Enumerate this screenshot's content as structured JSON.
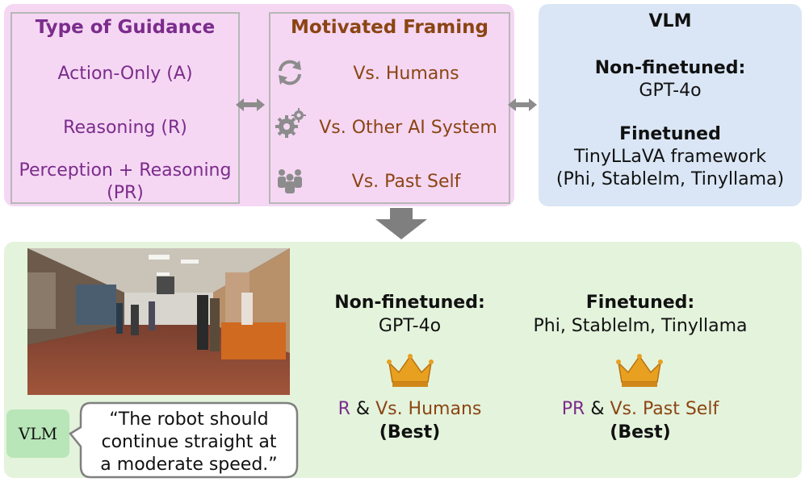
{
  "guidance": {
    "title": "Type of Guidance",
    "items": [
      "Action-Only (A)",
      "Reasoning (R)",
      "Perception + Reasoning",
      "(PR)"
    ]
  },
  "framing": {
    "title": "Motivated Framing",
    "items": [
      {
        "label": "Vs. Humans",
        "icon": "cycle-arrows-icon"
      },
      {
        "label": "Vs. Other AI System",
        "icon": "gears-icon"
      },
      {
        "label": "Vs. Past Self",
        "icon": "people-group-icon"
      }
    ]
  },
  "vlm": {
    "title": "VLM",
    "nonfinetuned_label": "Non-finetuned:",
    "nonfinetuned_model": "GPT-4o",
    "finetuned_label": "Finetuned",
    "finetuned_framework": "TinyLLaVA framework",
    "finetuned_models": "(Phi, Stablelm, Tinyllama)"
  },
  "example": {
    "vlm_tag": "VLM",
    "quote_line1": "“The robot should",
    "quote_line2": "continue straight at",
    "quote_line3": "a moderate speed.”"
  },
  "results": {
    "left": {
      "label": "Non-finetuned:",
      "model": "GPT-4o",
      "guidance": "R",
      "amp": "&",
      "framing": "Vs. Humans",
      "best": "(Best)"
    },
    "right": {
      "label": "Finetuned:",
      "model": "Phi, Stablelm, Tinyllama",
      "guidance": "PR",
      "amp": "&",
      "framing": "Vs. Past Self",
      "best": "(Best)"
    }
  },
  "colors": {
    "guidance_text": "#7b2c8c",
    "framing_text": "#8b4513",
    "top_panel": "#f5d7f3",
    "vlm_panel": "#dae6f5",
    "bottom_panel": "#e4f3dc",
    "crown": "#e8a020"
  }
}
